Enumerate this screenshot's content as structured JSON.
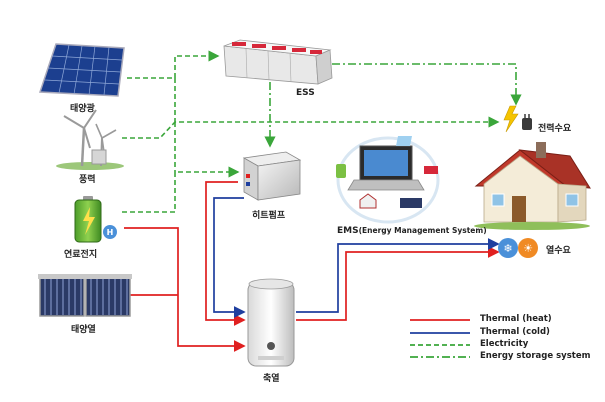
{
  "nodes": {
    "solar_pv": "태양광",
    "wind": "풍력",
    "fuel_cell": "연료전지",
    "solar_thermal": "태양열",
    "ess": "ESS",
    "heat_pump": "히트펌프",
    "ems": "EMS",
    "ems_sub": "(Energy Management System)",
    "electricity_demand": "전력수요",
    "heat_demand": "열수요",
    "storage_tank": "축열"
  },
  "legend": {
    "thermal_heat": "Thermal (heat)",
    "thermal_cold": "Thermal (cold)",
    "electricity": "Electricity",
    "energy_storage": "Energy storage system"
  },
  "colors": {
    "thermal_heat": "#e02020",
    "thermal_cold": "#1f3f9f",
    "electricity": "#3aa63a",
    "energy_storage": "#3aa63a"
  }
}
